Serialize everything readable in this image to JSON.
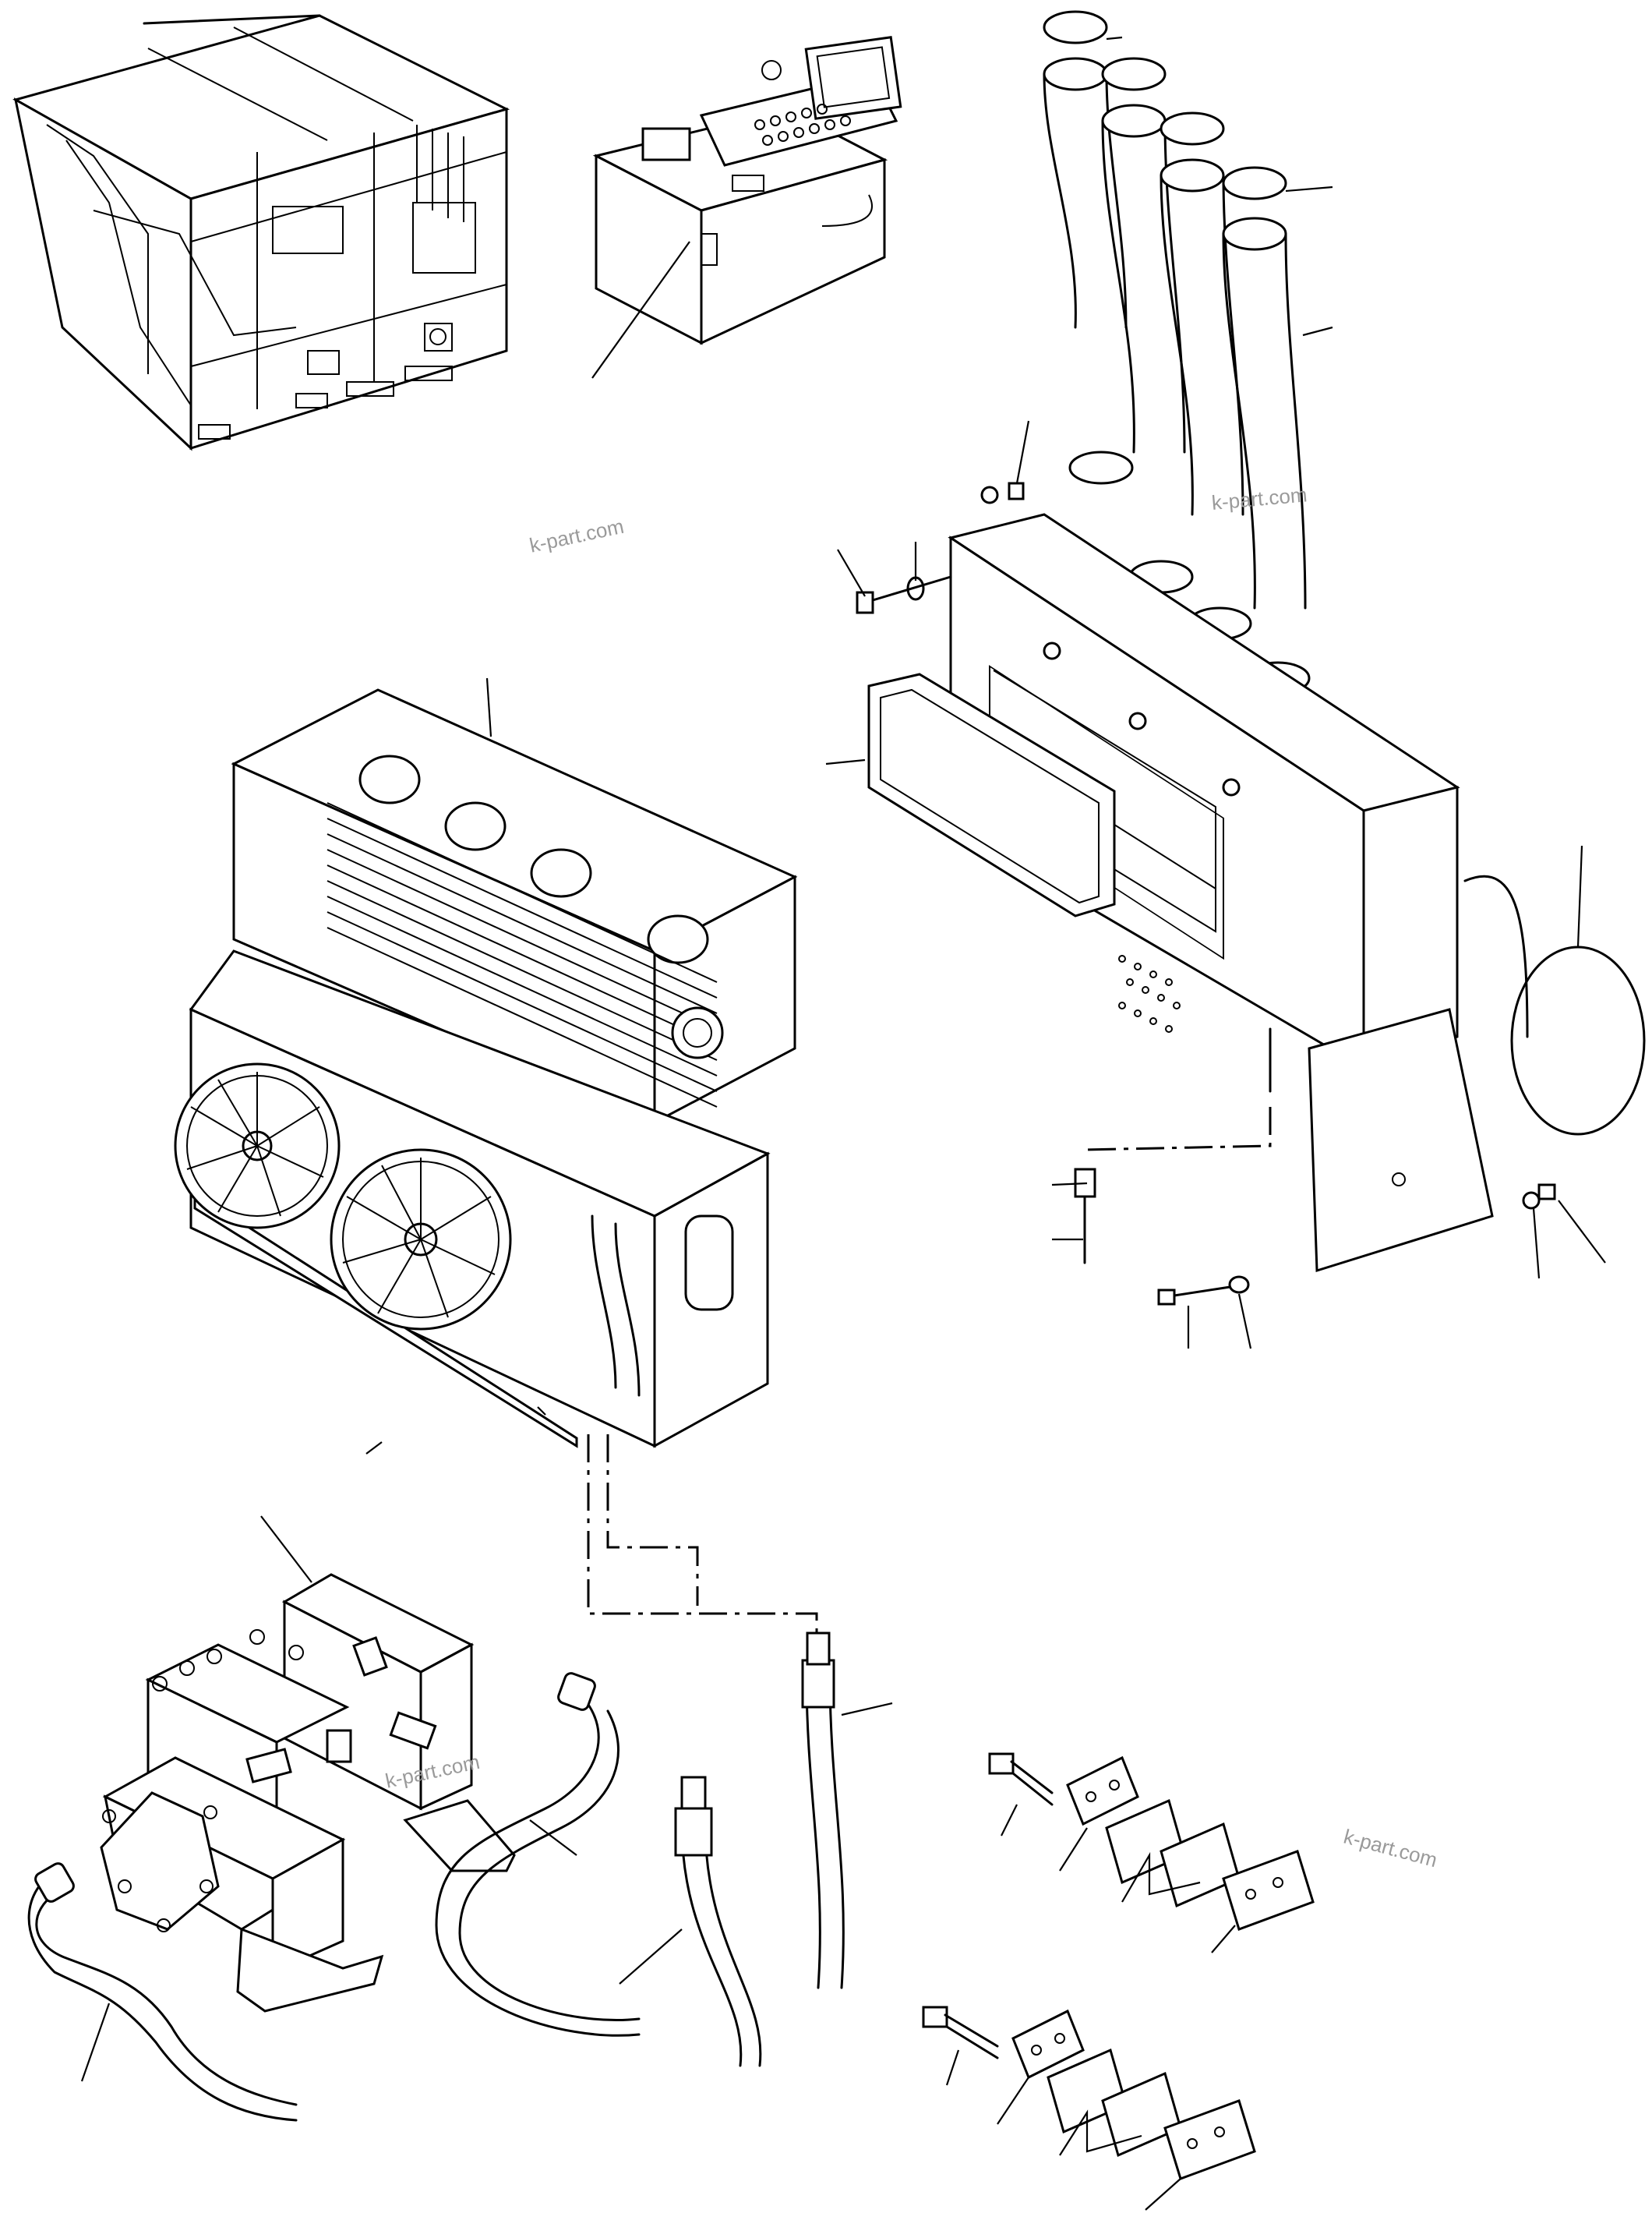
{
  "watermarks": [
    {
      "text": "k-part.com"
    },
    {
      "text": "k-part.com"
    },
    {
      "text": "k-part.com"
    },
    {
      "text": "k-part.com"
    }
  ],
  "colors": {
    "line": "#000000",
    "background": "#ffffff",
    "watermark": "#9a9a9a"
  }
}
